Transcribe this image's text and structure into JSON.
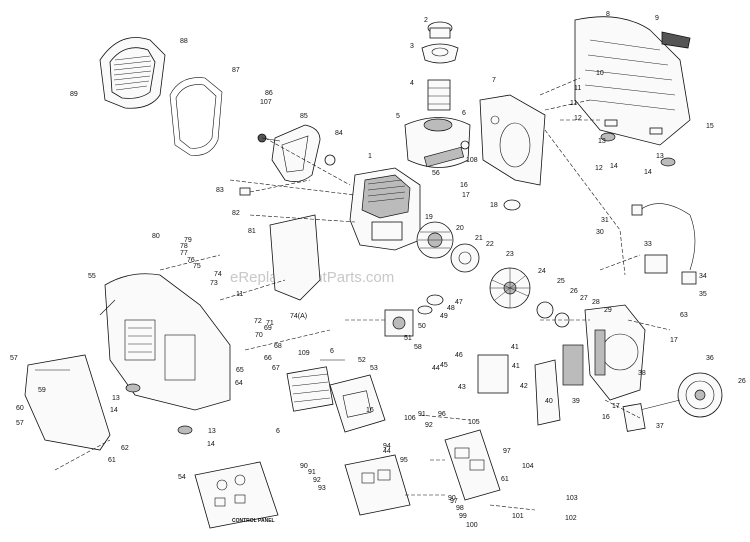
{
  "watermark": "eReplacementParts.com",
  "control_panel_label": "CONTROL PANEL",
  "part_numbers": [
    "1",
    "2",
    "3",
    "4",
    "5",
    "6",
    "7",
    "8",
    "9",
    "10",
    "11",
    "12",
    "13",
    "14",
    "15",
    "16",
    "17",
    "18",
    "19",
    "20",
    "21",
    "22",
    "23",
    "24",
    "25",
    "26",
    "27",
    "28",
    "29",
    "30",
    "31",
    "33",
    "34",
    "35",
    "36",
    "37",
    "38",
    "39",
    "40",
    "41",
    "42",
    "43",
    "44",
    "45",
    "46",
    "47",
    "48",
    "49",
    "50",
    "51",
    "52",
    "53",
    "54",
    "55",
    "56",
    "57",
    "58",
    "59",
    "60",
    "61",
    "62",
    "63",
    "64",
    "65",
    "66",
    "67",
    "68",
    "69",
    "70",
    "71",
    "72",
    "73",
    "74",
    "75",
    "76",
    "77",
    "78",
    "79",
    "80",
    "81",
    "82",
    "83",
    "84",
    "85",
    "86",
    "87",
    "88",
    "89",
    "90",
    "91",
    "92",
    "93",
    "94",
    "95",
    "96",
    "97",
    "98",
    "99",
    "100",
    "101",
    "102",
    "103",
    "104",
    "105",
    "106",
    "107",
    "108",
    "109",
    "74(A)"
  ]
}
